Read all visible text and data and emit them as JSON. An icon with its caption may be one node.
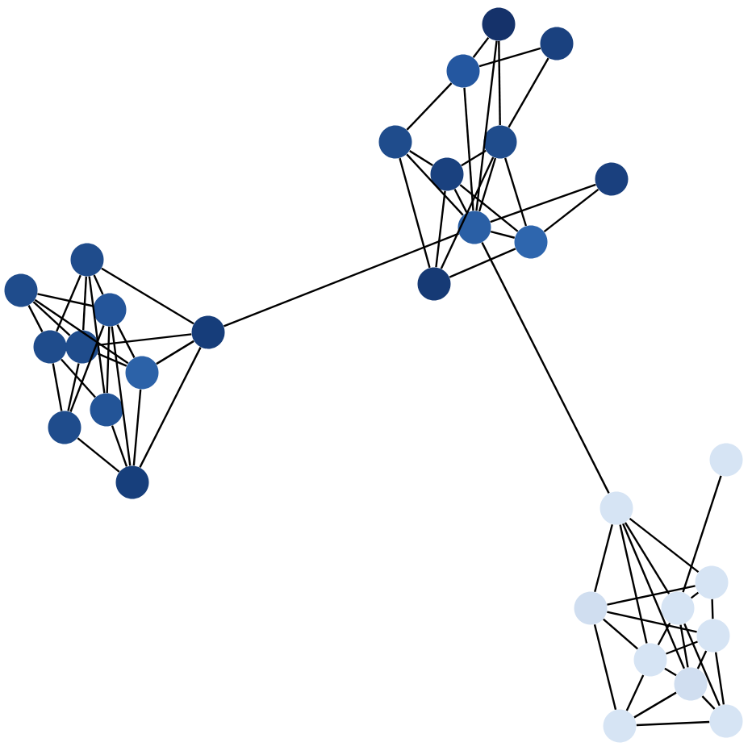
{
  "diagram": {
    "nodes": [
      {
        "text": [],
        "shape": "circle"
      },
      {
        "text": [],
        "shape": "circle"
      },
      {
        "text": [],
        "shape": "circle"
      },
      {
        "text": [],
        "shape": "circle"
      },
      {
        "text": [],
        "shape": "circle"
      },
      {
        "text": [],
        "shape": "circle"
      },
      {
        "text": [],
        "shape": "circle"
      },
      {
        "text": [],
        "shape": "circle"
      },
      {
        "text": [],
        "shape": "circle"
      },
      {
        "text": [],
        "shape": "circle"
      },
      {
        "text": [],
        "shape": "circle"
      },
      {
        "text": [],
        "shape": "circle"
      },
      {
        "text": [],
        "shape": "circle"
      },
      {
        "text": [],
        "shape": "circle"
      },
      {
        "text": [],
        "shape": "circle"
      },
      {
        "text": [],
        "shape": "circle"
      },
      {
        "text": [],
        "shape": "circle"
      },
      {
        "text": [],
        "shape": "circle"
      },
      {
        "text": [],
        "shape": "circle"
      },
      {
        "text": [],
        "shape": "circle"
      },
      {
        "text": [],
        "shape": "circle"
      },
      {
        "text": [],
        "shape": "circle"
      },
      {
        "text": [],
        "shape": "circle"
      },
      {
        "text": [],
        "shape": "circle"
      },
      {
        "text": [],
        "shape": "circle"
      },
      {
        "text": [],
        "shape": "circle"
      },
      {
        "text": [],
        "shape": "circle"
      },
      {
        "text": [],
        "shape": "circle"
      },
      {
        "text": [],
        "shape": "circle"
      },
      {
        "text": [],
        "shape": "circle"
      }
    ],
    "edges": [
      {
        "from": 0,
        "to": 3,
        "arrow": "none"
      },
      {
        "from": 0,
        "to": 4,
        "arrow": "none"
      },
      {
        "from": 0,
        "to": 2,
        "arrow": "none"
      },
      {
        "from": 0,
        "to": 7,
        "arrow": "none"
      },
      {
        "from": 0,
        "to": 5,
        "arrow": "none"
      },
      {
        "from": 1,
        "to": 2,
        "arrow": "none"
      },
      {
        "from": 1,
        "to": 3,
        "arrow": "none"
      },
      {
        "from": 1,
        "to": 4,
        "arrow": "none"
      },
      {
        "from": 1,
        "to": 6,
        "arrow": "none"
      },
      {
        "from": 2,
        "to": 7,
        "arrow": "none"
      },
      {
        "from": 2,
        "to": 9,
        "arrow": "none"
      },
      {
        "from": 2,
        "to": 8,
        "arrow": "none"
      },
      {
        "from": 2,
        "to": 6,
        "arrow": "none"
      },
      {
        "from": 3,
        "to": 8,
        "arrow": "none"
      },
      {
        "from": 3,
        "to": 7,
        "arrow": "none"
      },
      {
        "from": 4,
        "to": 5,
        "arrow": "none"
      },
      {
        "from": 4,
        "to": 6,
        "arrow": "none"
      },
      {
        "from": 4,
        "to": 8,
        "arrow": "none"
      },
      {
        "from": 5,
        "to": 6,
        "arrow": "none"
      },
      {
        "from": 5,
        "to": 9,
        "arrow": "none"
      },
      {
        "from": 6,
        "to": 9,
        "arrow": "none"
      },
      {
        "from": 7,
        "to": 9,
        "arrow": "none"
      },
      {
        "from": 8,
        "to": 9,
        "arrow": "none"
      },
      {
        "from": 10,
        "to": 12,
        "arrow": "none"
      },
      {
        "from": 10,
        "to": 14,
        "arrow": "none"
      },
      {
        "from": 10,
        "to": 17,
        "arrow": "none"
      },
      {
        "from": 12,
        "to": 11,
        "arrow": "none"
      },
      {
        "from": 11,
        "to": 14,
        "arrow": "none"
      },
      {
        "from": 12,
        "to": 13,
        "arrow": "none"
      },
      {
        "from": 12,
        "to": 17,
        "arrow": "none"
      },
      {
        "from": 13,
        "to": 15,
        "arrow": "none"
      },
      {
        "from": 13,
        "to": 17,
        "arrow": "none"
      },
      {
        "from": 13,
        "to": 19,
        "arrow": "none"
      },
      {
        "from": 14,
        "to": 15,
        "arrow": "none"
      },
      {
        "from": 14,
        "to": 17,
        "arrow": "none"
      },
      {
        "from": 14,
        "to": 19,
        "arrow": "none"
      },
      {
        "from": 14,
        "to": 18,
        "arrow": "none"
      },
      {
        "from": 15,
        "to": 17,
        "arrow": "none"
      },
      {
        "from": 15,
        "to": 19,
        "arrow": "none"
      },
      {
        "from": 15,
        "to": 18,
        "arrow": "none"
      },
      {
        "from": 17,
        "to": 18,
        "arrow": "none"
      },
      {
        "from": 18,
        "to": 19,
        "arrow": "none"
      },
      {
        "from": 16,
        "to": 18,
        "arrow": "none"
      },
      {
        "from": 5,
        "to": 17,
        "arrow": "none"
      },
      {
        "from": 17,
        "to": 16,
        "arrow": "none"
      },
      {
        "from": 17,
        "to": 21,
        "arrow": "none"
      },
      {
        "from": 20,
        "to": 24,
        "arrow": "none"
      },
      {
        "from": 21,
        "to": 23,
        "arrow": "none"
      },
      {
        "from": 21,
        "to": 22,
        "arrow": "none"
      },
      {
        "from": 21,
        "to": 24,
        "arrow": "none"
      },
      {
        "from": 21,
        "to": 26,
        "arrow": "none"
      },
      {
        "from": 21,
        "to": 27,
        "arrow": "none"
      },
      {
        "from": 23,
        "to": 22,
        "arrow": "none"
      },
      {
        "from": 23,
        "to": 25,
        "arrow": "none"
      },
      {
        "from": 23,
        "to": 26,
        "arrow": "none"
      },
      {
        "from": 23,
        "to": 28,
        "arrow": "none"
      },
      {
        "from": 24,
        "to": 26,
        "arrow": "none"
      },
      {
        "from": 24,
        "to": 27,
        "arrow": "none"
      },
      {
        "from": 24,
        "to": 29,
        "arrow": "none"
      },
      {
        "from": 22,
        "to": 24,
        "arrow": "none"
      },
      {
        "from": 22,
        "to": 25,
        "arrow": "none"
      },
      {
        "from": 25,
        "to": 26,
        "arrow": "none"
      },
      {
        "from": 25,
        "to": 27,
        "arrow": "none"
      },
      {
        "from": 25,
        "to": 29,
        "arrow": "none"
      },
      {
        "from": 26,
        "to": 28,
        "arrow": "none"
      },
      {
        "from": 26,
        "to": 27,
        "arrow": "none"
      },
      {
        "from": 27,
        "to": 28,
        "arrow": "none"
      },
      {
        "from": 27,
        "to": 29,
        "arrow": "none"
      },
      {
        "from": 28,
        "to": 29,
        "arrow": "none"
      }
    ]
  }
}
